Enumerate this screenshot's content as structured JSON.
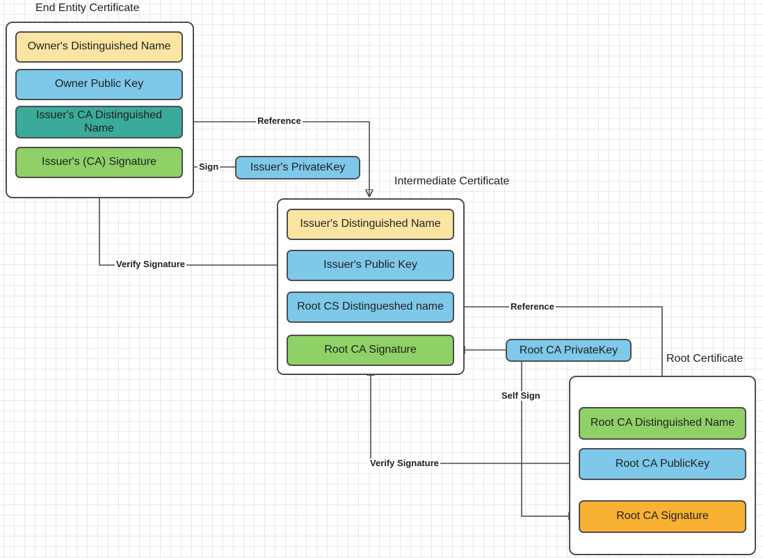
{
  "diagram": {
    "title_end_entity": "End Entity Certificate",
    "title_intermediate": "Intermediate Certificate",
    "title_root": "Root Certificate"
  },
  "colors": {
    "yellow": "#fce5a2",
    "blue": "#7ec8ea",
    "teal": "#3aab9a",
    "green": "#8fd166",
    "orange": "#f8b133",
    "stroke": "#4d4d4d",
    "text": "#1f1f1f",
    "background": "#ffffff"
  },
  "end_entity_certificate": {
    "label": "End Entity Certificate",
    "fields": [
      {
        "label": "Owner's Distinguished Name",
        "color": "yellow"
      },
      {
        "label": "Owner Public  Key",
        "color": "blue"
      },
      {
        "label": "Issuer's CA Distinguished Name",
        "color": "teal"
      },
      {
        "label": "Issuer's (CA) Signature",
        "color": "green"
      }
    ]
  },
  "intermediate_certificate": {
    "label": "Intermediate Certificate",
    "fields": [
      {
        "label": "Issuer's Distinguished Name",
        "color": "yellow"
      },
      {
        "label": "Issuer's Public  Key",
        "color": "blue"
      },
      {
        "label": "Root CS Distingueshed name",
        "color": "blue"
      },
      {
        "label": "Root CA Signature",
        "color": "green"
      }
    ]
  },
  "root_certificate": {
    "label": "Root Certificate",
    "fields": [
      {
        "label": "Root CA Distinguished Name",
        "color": "green"
      },
      {
        "label": "Root CA PublicKey",
        "color": "blue"
      },
      {
        "label": "Root CA Signature",
        "color": "orange"
      }
    ]
  },
  "keys": [
    {
      "label": "Issuer's PrivateKey",
      "color": "blue"
    },
    {
      "label": "Root CA PrivateKey",
      "color": "blue"
    }
  ],
  "edges": [
    {
      "label": "Reference",
      "from": "Issuer's CA Distinguished Name",
      "to": "Intermediate Certificate"
    },
    {
      "label": "Sign",
      "from": "Issuer's PrivateKey",
      "to": "Issuer's (CA) Signature"
    },
    {
      "label": "Verify Signature",
      "from": "Issuer's Public  Key",
      "to": "Issuer's (CA) Signature"
    },
    {
      "label": "Reference",
      "from": "Root CS Distingueshed name",
      "to": "Root CA Distinguished Name"
    },
    {
      "label": "Self Sign",
      "from": "Root CA PrivateKey",
      "to": "Root CA Signature"
    },
    {
      "label": "Verify Signature",
      "from": "Root CA PublicKey",
      "to": "Root CA Signature"
    },
    {
      "label": "",
      "from": "Root CA PrivateKey",
      "to": "Root CA Signature (Intermediate)"
    }
  ]
}
